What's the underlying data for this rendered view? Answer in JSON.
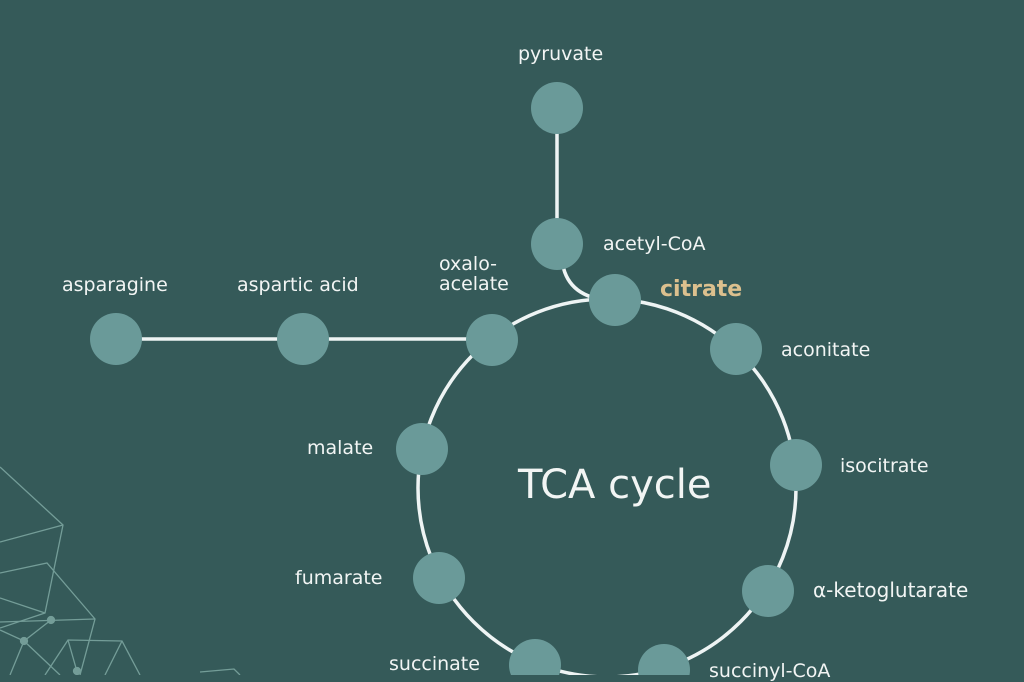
{
  "title": "TCA cycle",
  "colors": {
    "background": "#355a59",
    "node": "#6a9a99",
    "line": "#eef4f4",
    "highlight": "#dcc08e",
    "decor": "#7fa9a3"
  },
  "labels": {
    "pyruvate": "pyruvate",
    "acetyl_coa": "acetyl-CoA",
    "citrate": "citrate",
    "aconitate": "aconitate",
    "isocitrate": "isocitrate",
    "alpha_ketoglutarate": "α-ketoglutarate",
    "succinyl_coa": "succinyl-CoA",
    "succinate": "succinate",
    "fumarate": "fumarate",
    "malate": "malate",
    "oxaloacetate_1": "oxalo-",
    "oxaloacetate_2": "acelate",
    "aspartic_acid": "aspartic acid",
    "asparagine": "asparagine"
  }
}
